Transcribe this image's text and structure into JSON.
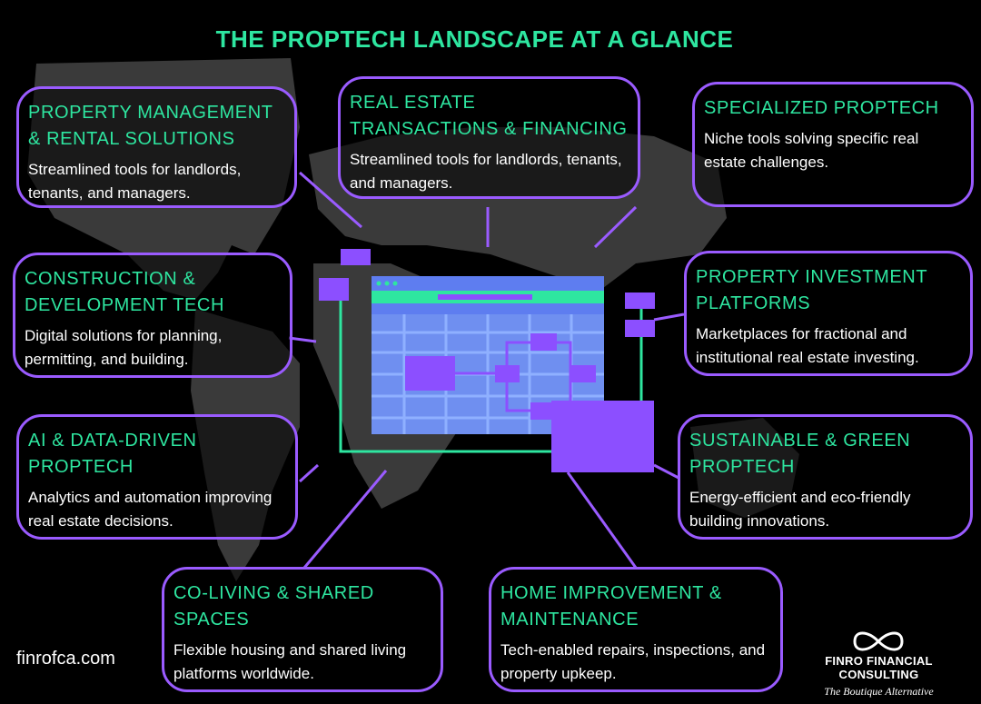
{
  "title": "THE PROPTECH LANDSCAPE AT A GLANCE",
  "categories": [
    {
      "heading": "PROPERTY MANAGEMENT & RENTAL SOLUTIONS",
      "description": "Streamlined tools for landlords, tenants, and managers."
    },
    {
      "heading": "REAL ESTATE TRANSACTIONS & FINANCING",
      "description": "Streamlined tools for landlords, tenants, and managers."
    },
    {
      "heading": "SPECIALIZED PROPTECH",
      "description": "Niche tools solving specific real estate challenges."
    },
    {
      "heading": "CONSTRUCTION & DEVELOPMENT TECH",
      "description": "Digital solutions for planning, permitting, and building."
    },
    {
      "heading": "PROPERTY INVESTMENT PLATFORMS",
      "description": "Marketplaces for fractional and institutional real estate investing."
    },
    {
      "heading": "AI & DATA-DRIVEN PROPTECH",
      "description": "Analytics and automation improving real estate decisions."
    },
    {
      "heading": "SUSTAINABLE & GREEN PROPTECH",
      "description": "Energy-efficient and eco-friendly building innovations."
    },
    {
      "heading": "CO-LIVING & SHARED SPACES",
      "description": "Flexible housing and shared living platforms worldwide."
    },
    {
      "heading": "HOME IMPROVEMENT & MAINTENANCE",
      "description": "Tech-enabled repairs, inspections, and property upkeep."
    }
  ],
  "footer": {
    "website": "finrofca.com",
    "brand_name": "FINRO FINANCIAL CONSULTING",
    "brand_tagline": "The Boutique Alternative"
  },
  "colors": {
    "background": "#000000",
    "accent_green": "#2ee6a0",
    "accent_purple": "#9a5bff",
    "purple_fill": "#8c4fff",
    "window_blue": "#6f8ff0",
    "map_gray": "#3a3a3a"
  },
  "icons": [
    "world-map",
    "app-window-icon",
    "infinity-logo-icon"
  ]
}
